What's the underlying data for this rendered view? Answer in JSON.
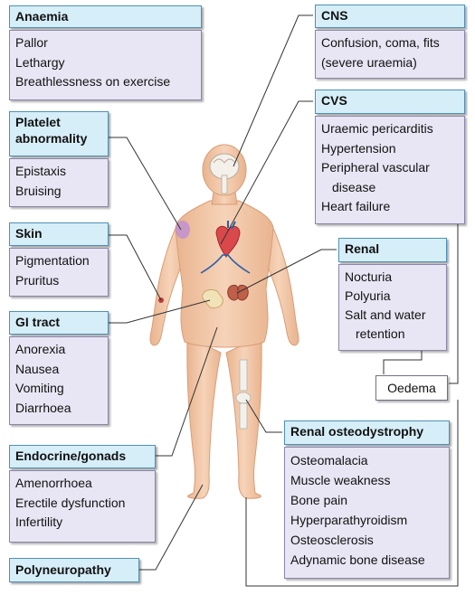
{
  "colors": {
    "header_fill": "#d6eef8",
    "header_border": "#4f90b8",
    "body_fill": "#e8e6f4",
    "skin": "#f2c7a6",
    "leader_line": "#333333"
  },
  "boxes": {
    "anaemia": {
      "title": "Anaemia",
      "items": [
        "Pallor",
        "Lethargy",
        "Breathlessness on exercise"
      ]
    },
    "platelet": {
      "title_line1": "Platelet",
      "title_line2": "abnormality",
      "items": [
        "Epistaxis",
        "Bruising"
      ]
    },
    "skin": {
      "title": "Skin",
      "items": [
        "Pigmentation",
        "Pruritus"
      ]
    },
    "gi": {
      "title": "GI tract",
      "items": [
        "Anorexia",
        "Nausea",
        "Vomiting",
        "Diarrhoea"
      ]
    },
    "endocrine": {
      "title": "Endocrine/gonads",
      "items": [
        "Amenorrhoea",
        "Erectile dysfunction",
        "Infertility"
      ]
    },
    "polyneuropathy": {
      "title": "Polyneuropathy"
    },
    "cns": {
      "title": "CNS",
      "items": [
        "Confusion, coma, fits",
        "(severe uraemia)"
      ]
    },
    "cvs": {
      "title": "CVS",
      "items": [
        "Uraemic pericarditis",
        "Hypertension",
        "Peripheral vascular",
        "disease",
        "Heart failure"
      ]
    },
    "renal": {
      "title": "Renal",
      "items": [
        "Nocturia",
        "Polyuria",
        "Salt and water",
        "retention"
      ]
    },
    "oedema": {
      "label": "Oedema"
    },
    "osteo": {
      "title": "Renal osteodystrophy",
      "items": [
        "Osteomalacia",
        "Muscle weakness",
        "Bone pain",
        "Hyperparathyroidism",
        "Osteosclerosis",
        "Adynamic bone disease"
      ]
    }
  }
}
